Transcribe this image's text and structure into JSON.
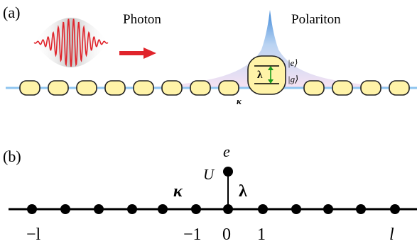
{
  "panel_a": {
    "label": "(a)",
    "photon_label": "Photon",
    "polariton_label": "Polariton",
    "kappa_label": "κ",
    "lambda_label": "λ",
    "ket_e": "|e⟩",
    "ket_g": "|g⟩"
  },
  "panel_b": {
    "label": "(b)",
    "site_e_label": "e",
    "U_label": "U",
    "kappa_label": "κ",
    "lambda_label": "λ",
    "tick_labels": [
      "−l",
      "−1",
      "0",
      "1",
      "l"
    ]
  },
  "colors": {
    "resonator_fill": "#fff3a8",
    "resonator_stroke": "#222222",
    "waveguide": "#8ec4ef",
    "photon_wave": "#e0242b",
    "arrow": "#e0242b",
    "polariton_top": "#2f7fd6",
    "polariton_bottom": "#f3d8ee",
    "coupling_arrow": "#1a9a1a",
    "lattice": "#000000"
  }
}
